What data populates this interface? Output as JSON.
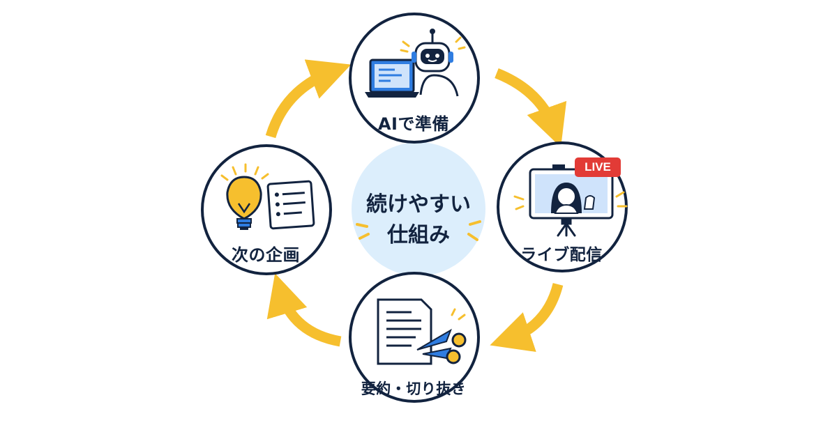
{
  "center": {
    "lines": [
      "続けやすい",
      "仕組み"
    ]
  },
  "nodes": {
    "top": {
      "label": "AIで準備",
      "icons": [
        "laptop-icon",
        "robot-icon"
      ]
    },
    "right": {
      "label": "ライブ配信",
      "icons": [
        "video-screen-icon",
        "person-waving-icon",
        "camera-tripod-icon"
      ],
      "badge": "LIVE"
    },
    "bottom": {
      "label": "要約・切り抜き",
      "icons": [
        "document-icon",
        "scissors-icon"
      ]
    },
    "left": {
      "label": "次の企画",
      "icons": [
        "lightbulb-icon",
        "checklist-icon"
      ]
    }
  },
  "cycle_order": [
    "top",
    "right",
    "bottom",
    "left"
  ],
  "colors": {
    "navy": "#12233f",
    "arrow": "#f6bf2e",
    "accent_blue": "#2f7de1",
    "center_fill": "#dceefc",
    "live_red": "#e23b36"
  }
}
